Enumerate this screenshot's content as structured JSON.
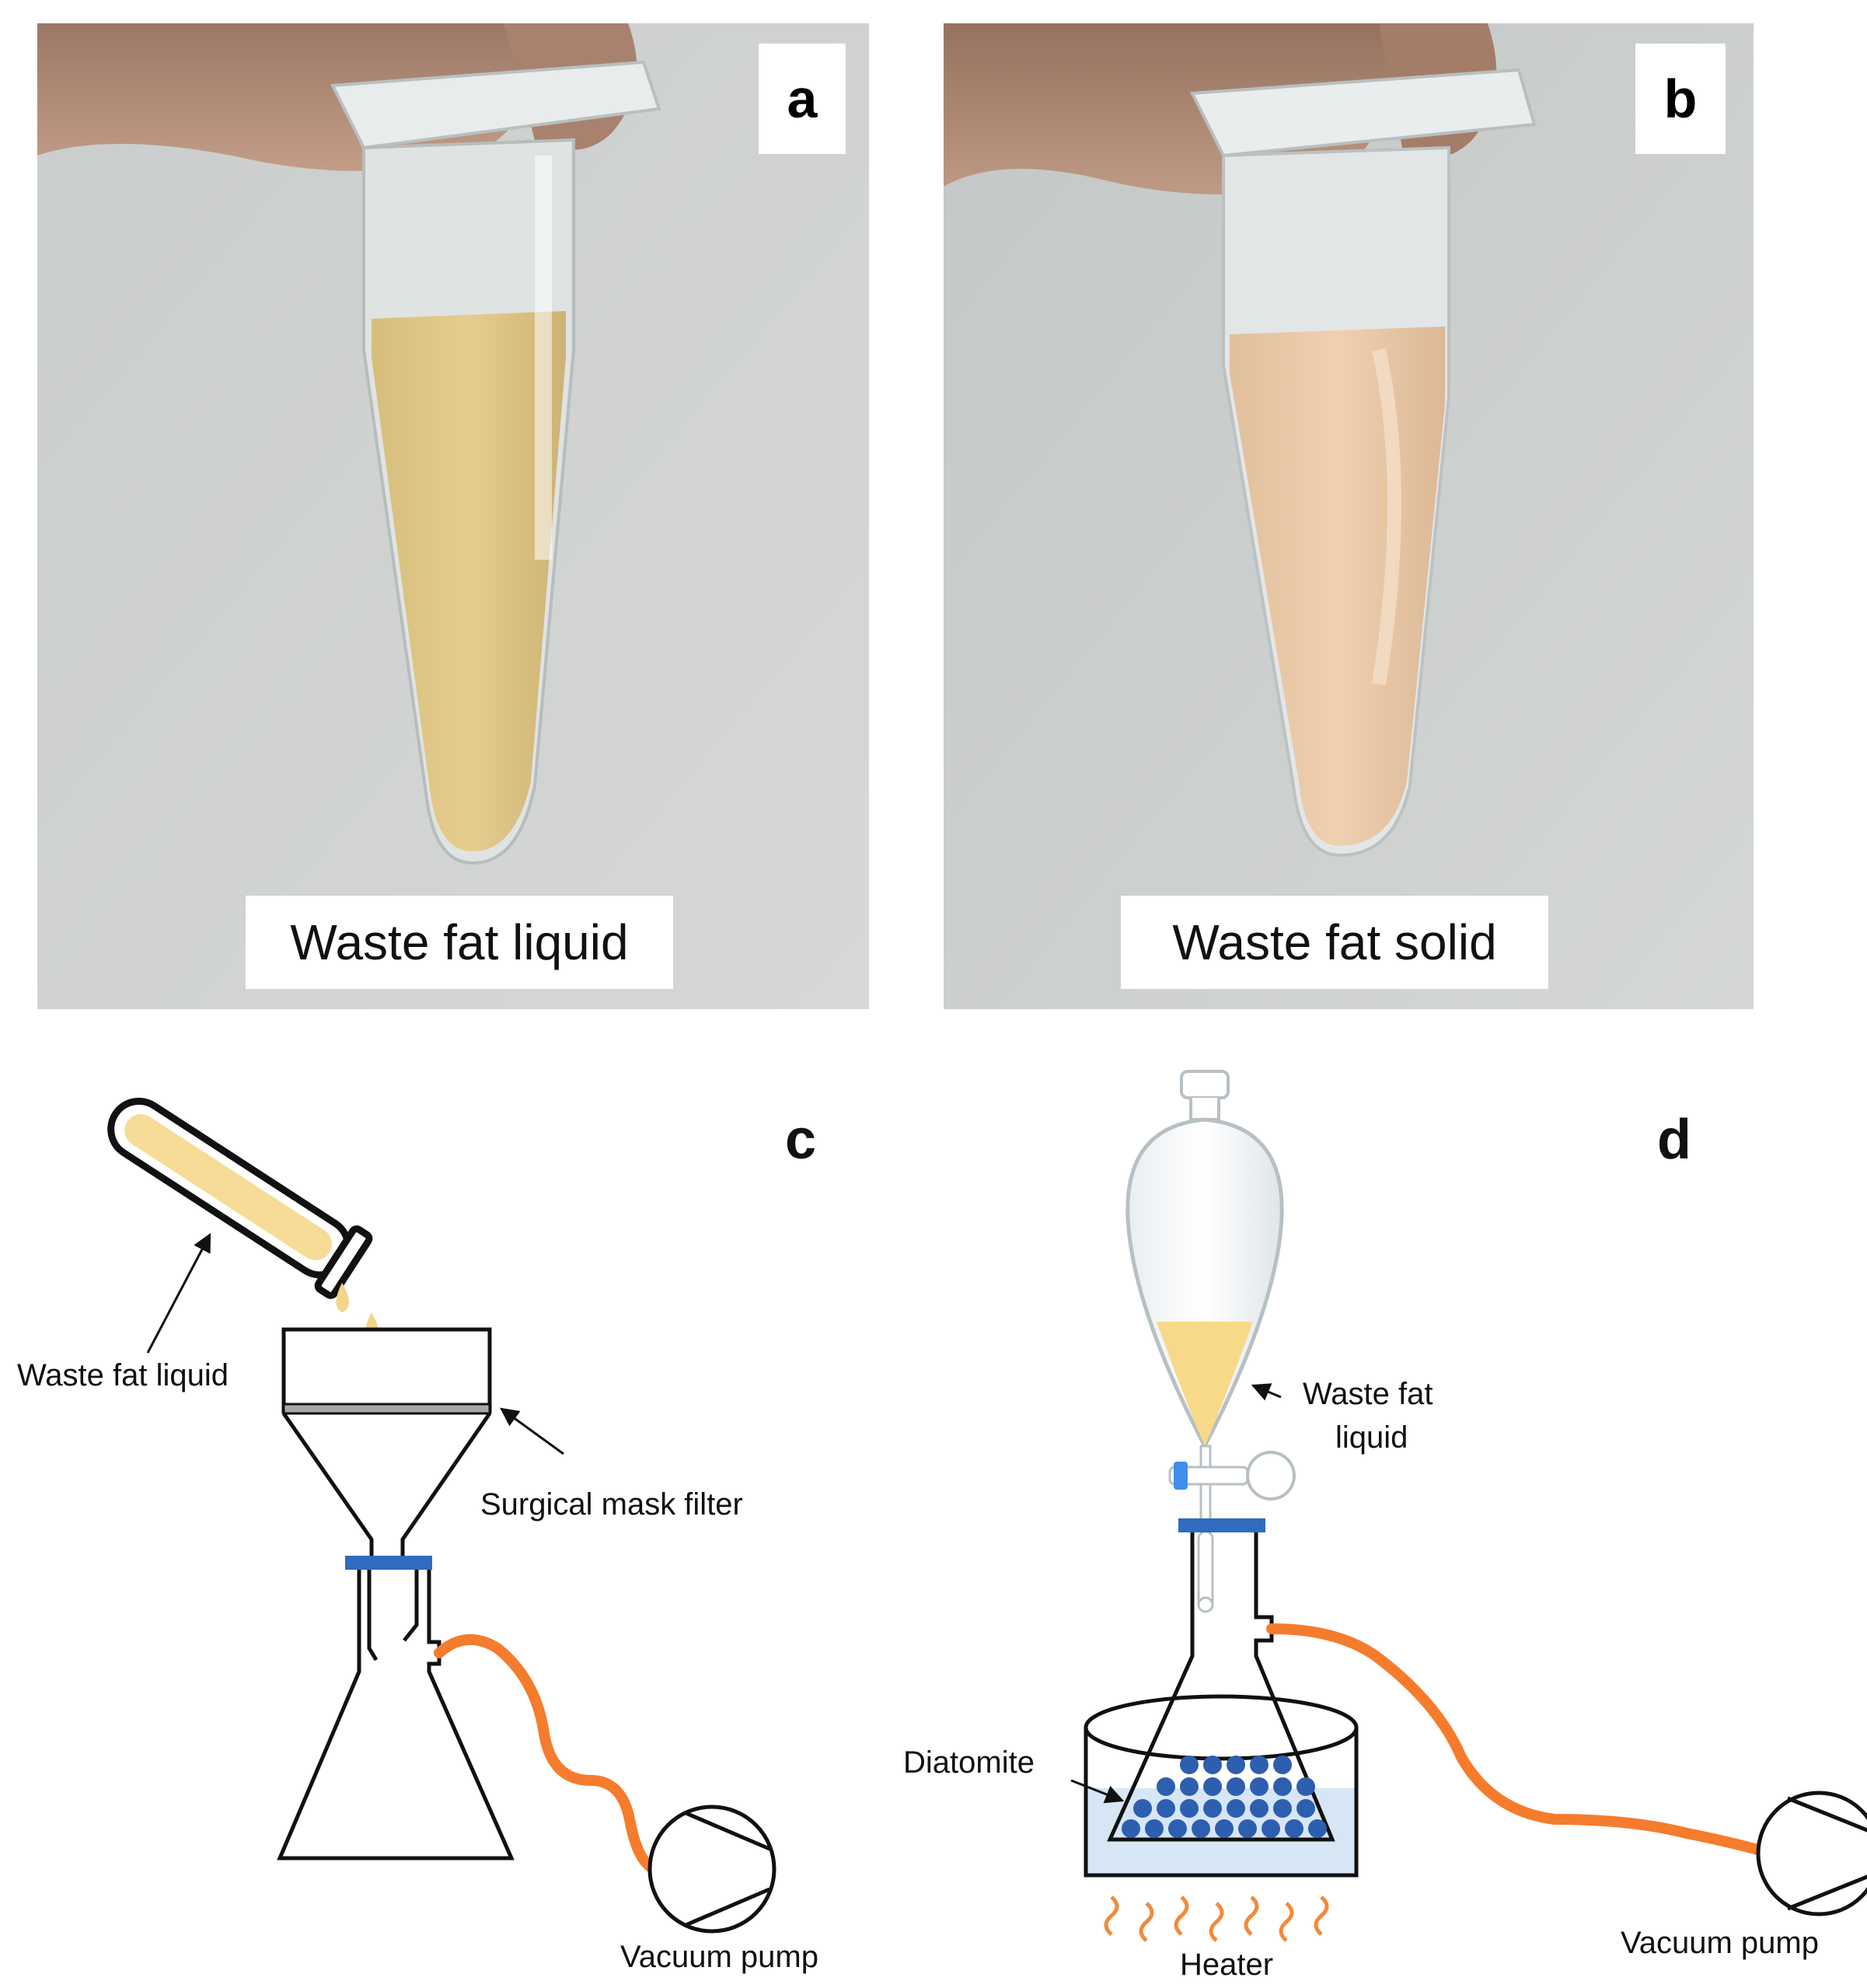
{
  "panels": {
    "a": {
      "letter": "a",
      "caption": "Waste fat liquid"
    },
    "b": {
      "letter": "b",
      "caption": "Waste fat solid"
    },
    "c": {
      "letter": "c",
      "label_waste": "Waste fat liquid",
      "label_filter": "Surgical mask filter",
      "label_pump": "Vacuum pump"
    },
    "d": {
      "letter": "d",
      "label_waste_1": "Waste fat",
      "label_waste_2": "liquid",
      "label_diatomite": "Diatomite",
      "label_pump": "Vacuum pump",
      "label_heater": "Heater"
    }
  },
  "colors": {
    "fat_liquid": "#e3c98a",
    "fat_solid": "#ecc9a8",
    "tube_orange": "#f57c2c",
    "clamp_blue": "#2f6bbf",
    "diatomite_blue": "#2d5fb0",
    "water_blue": "#d6e6f5",
    "heater_orange": "#f28a3a",
    "photo_bg": "#cfd3d2"
  }
}
